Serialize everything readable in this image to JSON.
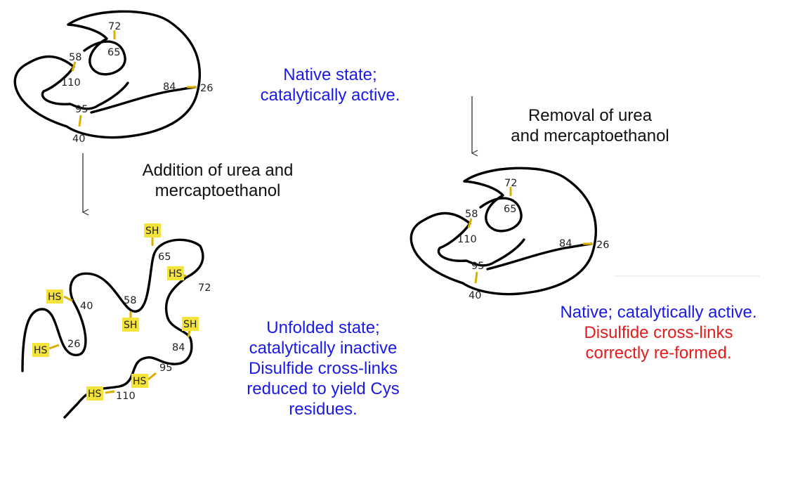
{
  "colors": {
    "native_text": "#1a1ae6",
    "instruction_text": "#111111",
    "reformed_text": "#e31b1b",
    "disulfide_bond": "#d9b000",
    "sh_highlight": "#f4e33a",
    "chain": "#000000"
  },
  "native_top": {
    "residues": {
      "r72": "72",
      "r65": "65",
      "r58": "58",
      "r110": "110",
      "r84": "84",
      "r26": "26",
      "r95": "95",
      "r40": "40"
    },
    "caption": {
      "line1": "Native state;",
      "line2": "catalytically active."
    }
  },
  "step_denature": {
    "line1": "Addition of urea  and",
    "line2": "mercaptoethanol"
  },
  "unfolded": {
    "residues": {
      "r65": "65",
      "r72": "72",
      "r58": "58",
      "r40": "40",
      "r84": "84",
      "r26": "26",
      "r95": "95",
      "r110": "110"
    },
    "groups": {
      "sh65": "SH",
      "hs72": "HS",
      "hs40": "HS",
      "sh58": "SH",
      "sh84": "SH",
      "hs26": "HS",
      "hs95": "HS",
      "hs110": "HS"
    },
    "caption": {
      "line1": "Unfolded state;",
      "line2": "catalytically inactive",
      "line3": "Disulfide cross-links",
      "line4": "reduced to yield Cys",
      "line5": "residues."
    }
  },
  "step_renature": {
    "line1": "Removal of urea",
    "line2": "and mercaptoethanol"
  },
  "native_right": {
    "residues": {
      "r72": "72",
      "r65": "65",
      "r58": "58",
      "r110": "110",
      "r84": "84",
      "r26": "26",
      "r95": "95",
      "r40": "40"
    },
    "caption": {
      "line1": "Native; catalytically active.",
      "line2": "Disulfide cross-links",
      "line3": "correctly re-formed."
    }
  }
}
